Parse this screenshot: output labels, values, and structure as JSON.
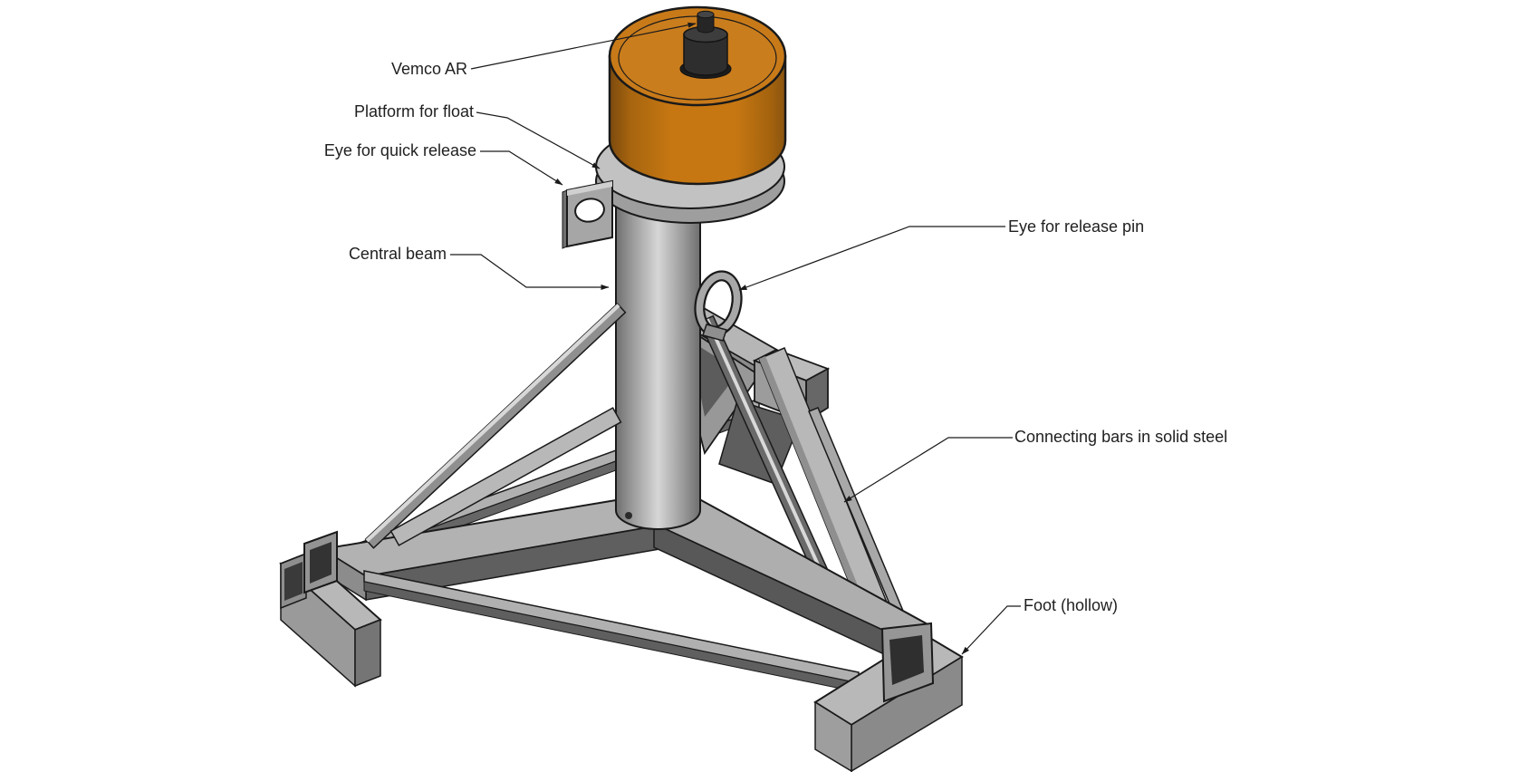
{
  "diagram": {
    "kind": "isometric-cad-illustration",
    "subject": "Seabed mooring tripod frame with acoustic release float",
    "background": "#ffffff"
  },
  "labels": [
    {
      "id": "vemco-ar",
      "text": "Vemco AR"
    },
    {
      "id": "platform-for-float",
      "text": "Platform for float"
    },
    {
      "id": "eye-quick-release",
      "text": "Eye for quick release"
    },
    {
      "id": "central-beam",
      "text": "Central beam"
    },
    {
      "id": "eye-release-pin",
      "text": "Eye for release pin"
    },
    {
      "id": "connecting-bars",
      "text": "Connecting bars in solid steel"
    },
    {
      "id": "foot-hollow",
      "text": "Foot (hollow)"
    }
  ],
  "colors": {
    "float_orange": "#c67712",
    "float_top": "#c87a19",
    "knob_black": "#2e2e2e",
    "metal_light": "#b8b8b8",
    "metal_mid": "#9a9a9a",
    "metal_dark": "#606060",
    "outline": "#1a1a1a",
    "label_text": "#1f1f1f"
  }
}
